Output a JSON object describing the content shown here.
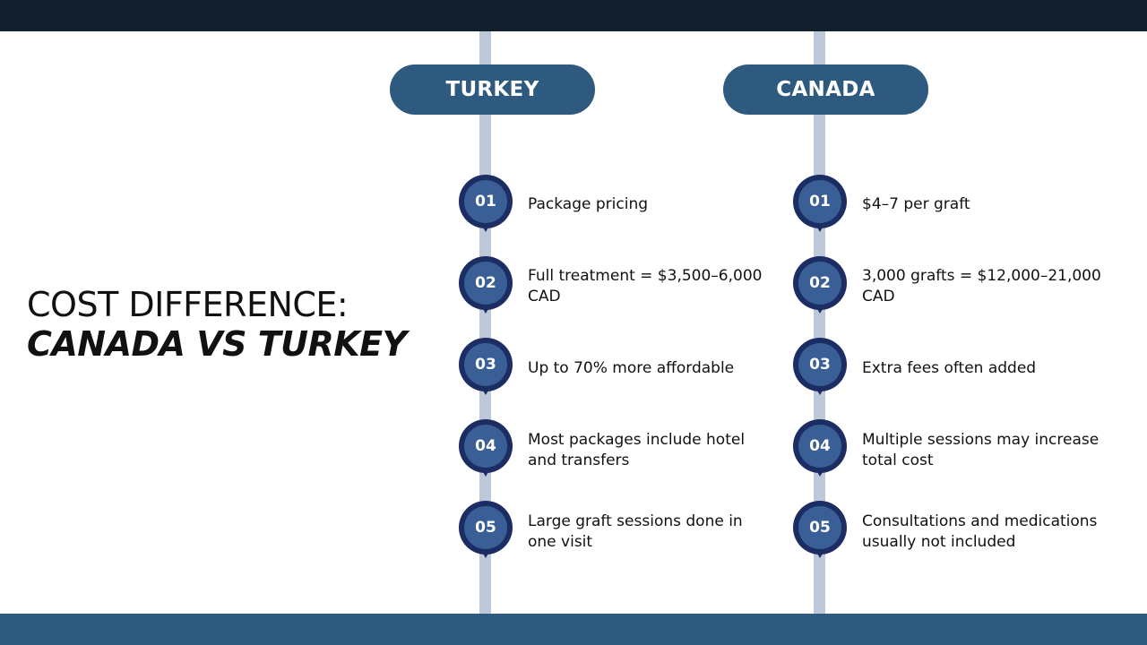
{
  "title": {
    "line1": "COST DIFFERENCE:",
    "line2": "CANADA VS TURKEY"
  },
  "colors": {
    "top_bar": "#121f2d",
    "bottom_bar": "#2d5a7e",
    "pill": "#2d5a7e",
    "rail": "#bdc8d8",
    "marker_outer": "#1b2d63",
    "marker_inner": "#3a5f96"
  },
  "columns": [
    {
      "header": "TURKEY",
      "items": [
        {
          "num": "01",
          "text": "Package pricing"
        },
        {
          "num": "02",
          "text": "Full treatment = $3,500–6,000 CAD"
        },
        {
          "num": "03",
          "text": "Up to 70% more affordable"
        },
        {
          "num": "04",
          "text": "Most packages include hotel and transfers"
        },
        {
          "num": "05",
          "text": "Large graft sessions done in one visit"
        }
      ]
    },
    {
      "header": "CANADA",
      "items": [
        {
          "num": "01",
          "text": "$4–7 per graft"
        },
        {
          "num": "02",
          "text": "3,000 grafts = $12,000–21,000 CAD"
        },
        {
          "num": "03",
          "text": "Extra fees often added"
        },
        {
          "num": "04",
          "text": "Multiple sessions may increase total cost"
        },
        {
          "num": "05",
          "text": "Consultations and medications usually not included"
        }
      ]
    }
  ]
}
